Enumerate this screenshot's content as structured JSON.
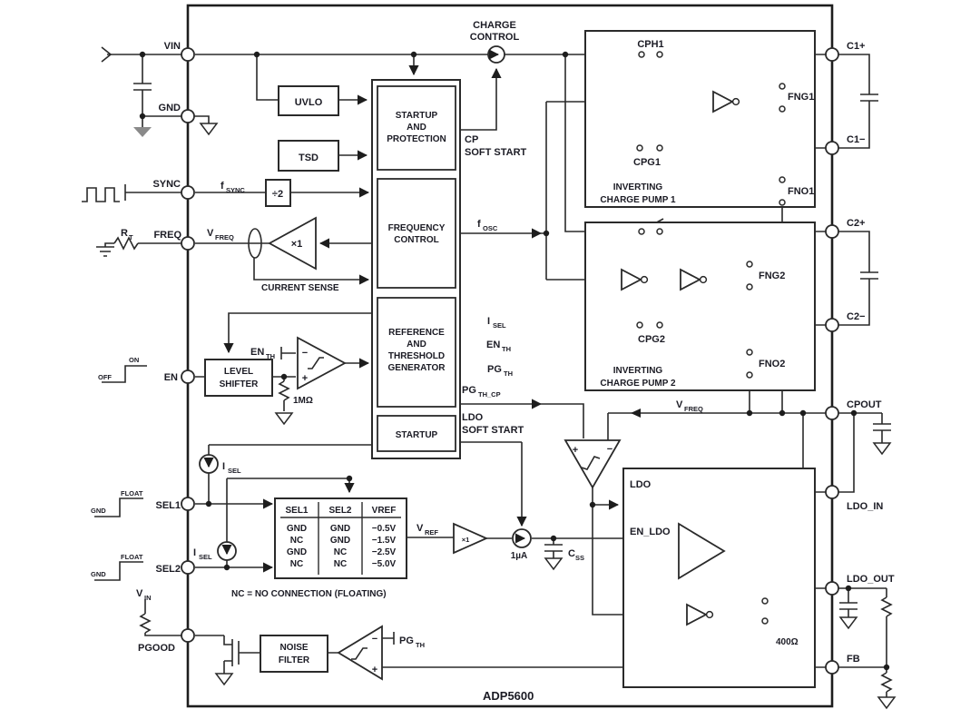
{
  "title": {
    "part_number": "ADP5600"
  },
  "pins": {
    "left": {
      "vin": "VIN",
      "gnd": "GND",
      "sync": "SYNC",
      "freq": "FREQ",
      "en": "EN",
      "sel1": "SEL1",
      "sel2": "SEL2",
      "pgood": "PGOOD"
    },
    "right": {
      "c1p": "C1+",
      "c1n": "C1−",
      "c2p": "C2+",
      "c2n": "C2−",
      "cpout": "CPOUT",
      "ldo_in": "LDO_IN",
      "ldo_out": "LDO_OUT",
      "fb": "FB"
    }
  },
  "blocks": {
    "uvlo": "UVLO",
    "tsd": "TSD",
    "div2": "÷2",
    "startup_protection": {
      "l1": "STARTUP",
      "l2": "AND",
      "l3": "PROTECTION"
    },
    "frequency_control": {
      "l1": "FREQUENCY",
      "l2": "CONTROL"
    },
    "reference": {
      "l1": "REFERENCE",
      "l2": "AND",
      "l3": "THRESHOLD",
      "l4": "GENERATOR"
    },
    "startup": "STARTUP",
    "level_shifter": {
      "l1": "LEVEL",
      "l2": "SHIFTER"
    },
    "noise_filter": {
      "l1": "NOISE",
      "l2": "FILTER"
    },
    "ldo": "LDO",
    "charge_control": {
      "l1": "CHARGE",
      "l2": "CONTROL"
    },
    "pump1": {
      "l1": "INVERTING",
      "l2": "CHARGE PUMP 1"
    },
    "pump2": {
      "l1": "INVERTING",
      "l2": "CHARGE PUMP 2"
    }
  },
  "signals": {
    "cp_soft_start": {
      "l1": "CP",
      "l2": "SOFT START"
    },
    "ldo_soft_start": {
      "l1": "LDO",
      "l2": "SOFT START"
    },
    "f_sync": {
      "main": "f",
      "sub": "SYNC"
    },
    "f_osc": {
      "main": "f",
      "sub": "OSC"
    },
    "v_freq": {
      "main": "V",
      "sub": "FREQ"
    },
    "v_ref": {
      "main": "V",
      "sub": "REF"
    },
    "v_in": {
      "main": "V",
      "sub": "IN"
    },
    "r_t": {
      "main": "R",
      "sub": "T"
    },
    "i_sel": {
      "main": "I",
      "sub": "SEL"
    },
    "en_th": {
      "main": "EN",
      "sub": "TH"
    },
    "pg_th": {
      "main": "PG",
      "sub": "TH"
    },
    "pg_th_cp": {
      "main": "PG",
      "sub": "TH_CP"
    },
    "c_ss": {
      "main": "C",
      "sub": "SS"
    },
    "en_ldo": "EN_LDO",
    "current_sense": "CURRENT SENSE",
    "x1": "×1",
    "one_ua": "1µA",
    "one_meg": "1MΩ",
    "r400": "400Ω",
    "on": "ON",
    "off": "OFF",
    "float": "FLOAT",
    "gnd": "GND",
    "plus": "+",
    "minus": "−"
  },
  "switches": {
    "cph1": "CPH1",
    "cpg1": "CPG1",
    "fng1": "FNG1",
    "fno1": "FNO1",
    "cpg2": "CPG2",
    "fng2": "FNG2",
    "fno2": "FNO2"
  },
  "table": {
    "headers": [
      "SEL1",
      "SEL2",
      "VREF"
    ],
    "rows": [
      [
        "GND",
        "GND",
        "−0.5V"
      ],
      [
        "NC",
        "GND",
        "−1.5V"
      ],
      [
        "GND",
        "NC",
        "−2.5V"
      ],
      [
        "NC",
        "NC",
        "−5.0V"
      ]
    ],
    "note": "NC = NO CONNECTION (FLOATING)"
  }
}
